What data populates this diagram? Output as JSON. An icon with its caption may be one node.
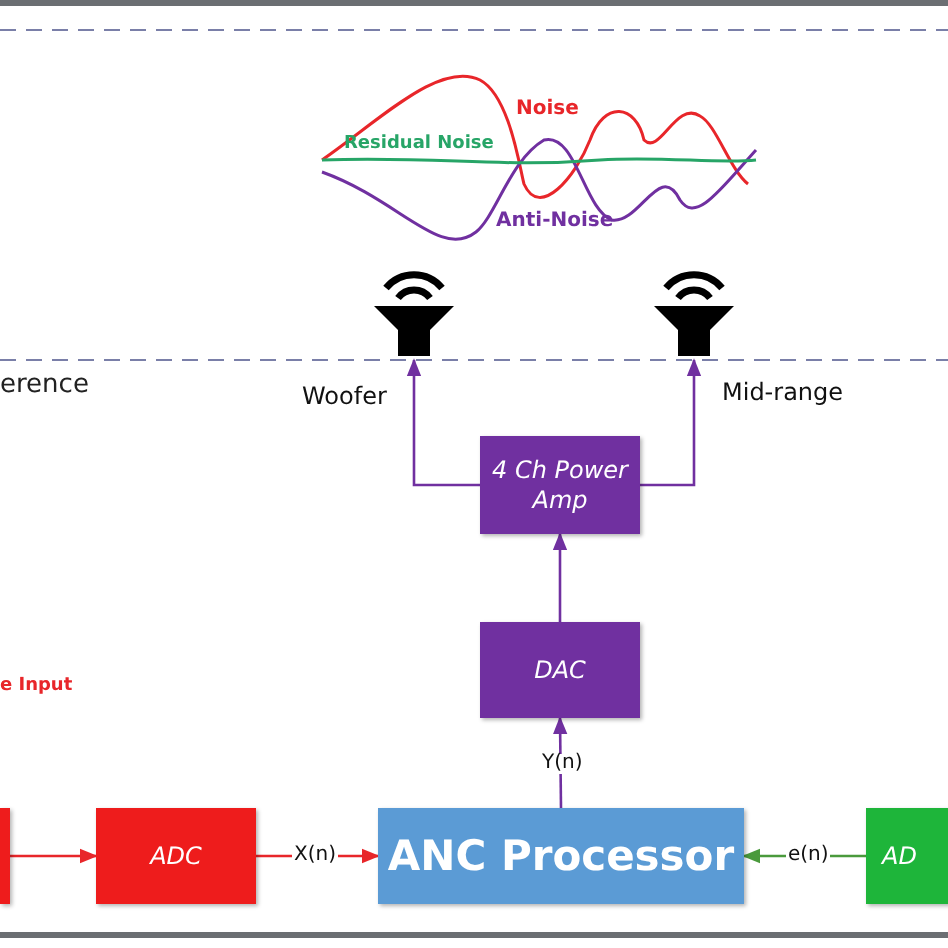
{
  "diagram": {
    "nodes": [
      {
        "text": [],
        "shape": "speaker"
      },
      {
        "text": [],
        "shape": "speaker"
      },
      {
        "text": [
          "4 Ch Power Amp"
        ]
      },
      {
        "text": [
          "DAC"
        ]
      },
      {
        "text": [],
        "shape": "box"
      },
      {
        "text": [
          "ADC"
        ]
      },
      {
        "text": [
          "ANC Processor"
        ]
      },
      {
        "text": [
          "AD"
        ]
      }
    ],
    "edges": [
      {
        "from": 2,
        "to": 0,
        "arrow": "to",
        "label": "Woofer"
      },
      {
        "from": 2,
        "to": 1,
        "arrow": "to",
        "label": "Mid-range"
      },
      {
        "from": 3,
        "to": 2,
        "arrow": "to"
      },
      {
        "from": 6,
        "to": 3,
        "arrow": "to",
        "label": "Y(n)"
      },
      {
        "from": 4,
        "to": 5,
        "arrow": "to",
        "color": "#e8262a"
      },
      {
        "from": 5,
        "to": 6,
        "arrow": "to",
        "label": "X(n)",
        "color": "#e8262a"
      },
      {
        "from": 7,
        "to": 6,
        "arrow": "to",
        "label": "e(n)",
        "color": "#4a9a3c"
      }
    ],
    "labels": [
      "Noise",
      "Residual Noise",
      "Anti-Noise",
      "erence",
      "e Input"
    ]
  }
}
